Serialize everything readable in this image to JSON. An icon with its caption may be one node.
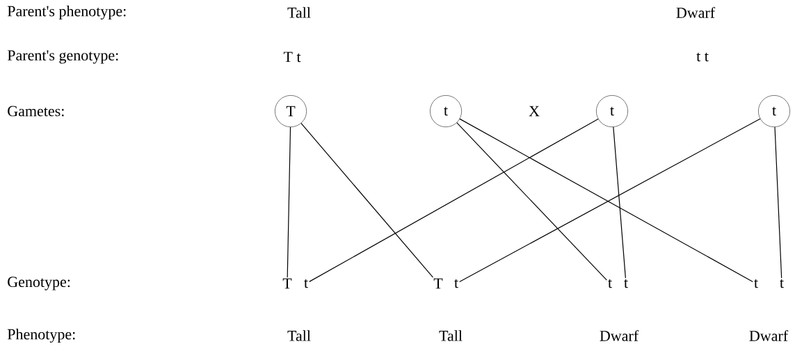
{
  "diagram": {
    "nodes": [
      {
        "text": [
          "T"
        ]
      },
      {
        "text": [
          "t"
        ]
      },
      {
        "text": [
          "t"
        ]
      },
      {
        "text": [
          "t"
        ]
      },
      {
        "text": [
          "T"
        ]
      },
      {
        "text": [
          "t"
        ]
      },
      {
        "text": [
          "T"
        ]
      },
      {
        "text": [
          "t"
        ]
      },
      {
        "text": [
          "t"
        ]
      },
      {
        "text": [
          "t"
        ]
      },
      {
        "text": [
          "t"
        ]
      },
      {
        "text": [
          "t"
        ]
      }
    ],
    "edges": [
      {
        "from": 0,
        "to": 4,
        "arrow": "none"
      },
      {
        "from": 0,
        "to": 6,
        "arrow": "none"
      },
      {
        "from": 1,
        "to": 8,
        "arrow": "none"
      },
      {
        "from": 1,
        "to": 10,
        "arrow": "none"
      },
      {
        "from": 2,
        "to": 5,
        "arrow": "none"
      },
      {
        "from": 2,
        "to": 9,
        "arrow": "none"
      },
      {
        "from": 3,
        "to": 7,
        "arrow": "none"
      },
      {
        "from": 3,
        "to": 11,
        "arrow": "none"
      }
    ],
    "labels": [
      "Parent's phenotype:",
      "Tall",
      "Dwarf",
      "Parent's genotype:",
      "T t",
      "t t",
      "Gametes:",
      "X",
      "Genotype:",
      "Phenotype:",
      "Tall",
      "Tall",
      "Dwarf",
      "Dwarf"
    ]
  }
}
